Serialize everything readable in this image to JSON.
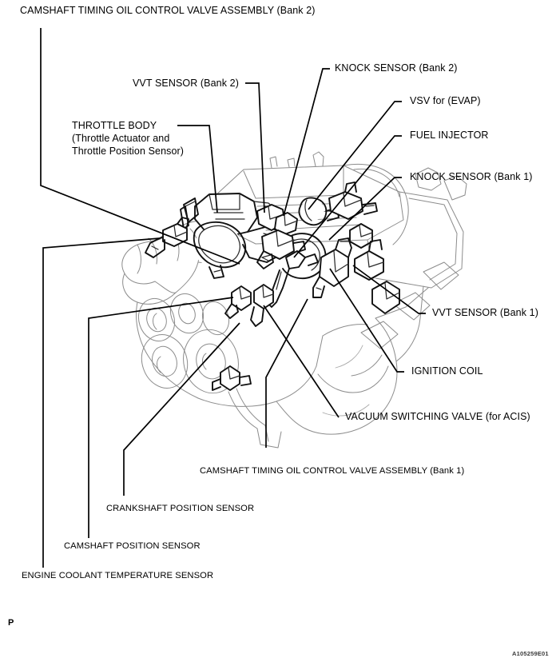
{
  "document": {
    "figure_code": "A105259E01",
    "page_marker": "P"
  },
  "title_label": "CAMSHAFT TIMING OIL CONTROL VALVE ASSEMBLY (Bank 2)",
  "callouts": [
    {
      "id": "vvt-sensor-bank-2",
      "text": "VVT SENSOR (Bank 2)"
    },
    {
      "id": "throttle-body",
      "text": "THROTTLE BODY"
    },
    {
      "id": "throttle-body-line-2",
      "text": "(Throttle Actuator and"
    },
    {
      "id": "throttle-body-line-3",
      "text": "Throttle Position Sensor)"
    },
    {
      "id": "knock-sensor-bank-2",
      "text": "KNOCK SENSOR (Bank 2)"
    },
    {
      "id": "vsv-for-evap",
      "text": "VSV for (EVAP)"
    },
    {
      "id": "fuel-injector",
      "text": "FUEL INJECTOR"
    },
    {
      "id": "knock-sensor-bank-1",
      "text": "KNOCK SENSOR (Bank 1)"
    },
    {
      "id": "vvt-sensor-bank-1",
      "text": "VVT SENSOR (Bank 1)"
    },
    {
      "id": "ignition-coil",
      "text": "IGNITION COIL"
    },
    {
      "id": "vacuum-switching-valve",
      "text": "VACUUM SWITCHING VALVE (for ACIS)"
    },
    {
      "id": "camshaft-timing-bank-1",
      "text": "CAMSHAFT TIMING OIL CONTROL VALVE ASSEMBLY (Bank 1)"
    },
    {
      "id": "crankshaft-position",
      "text": "CRANKSHAFT POSITION SENSOR"
    },
    {
      "id": "camshaft-position",
      "text": "CAMSHAFT POSITION SENSOR"
    },
    {
      "id": "engine-coolant-temp",
      "text": "ENGINE COOLANT TEMPERATURE SENSOR"
    }
  ],
  "colors": {
    "ink": "#000000",
    "background": "#ffffff",
    "art_light": "#8c8c8c",
    "art_mid": "#2b2b2b"
  }
}
